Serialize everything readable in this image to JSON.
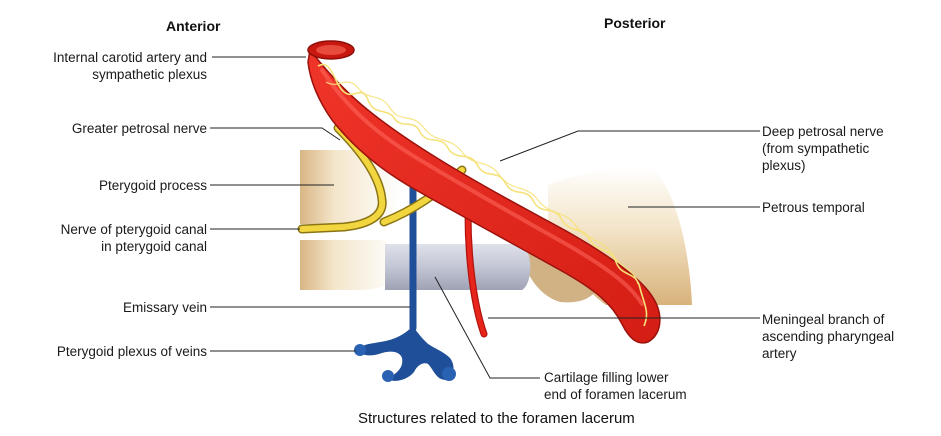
{
  "headings": {
    "anterior": "Anterior",
    "posterior": "Posterior"
  },
  "labels": {
    "ica_line1": "Internal carotid artery and",
    "ica_line2": "sympathetic plexus",
    "greater_petrosal": "Greater petrosal nerve",
    "pterygoid_process": "Pterygoid process",
    "nerve_canal_line1": "Nerve of pterygoid canal",
    "nerve_canal_line2": "in pterygoid canal",
    "emissary_vein": "Emissary vein",
    "pterygoid_plexus": "Pterygoid plexus of veins",
    "deep_petrosal_line1": "Deep petrosal nerve",
    "deep_petrosal_line2": "(from sympathetic",
    "deep_petrosal_line3": "plexus)",
    "petrous_temporal": "Petrous temporal",
    "meningeal_line1": "Meningeal branch of",
    "meningeal_line2": "ascending pharyngeal",
    "meningeal_line3": "artery",
    "cartilage_line1": "Cartilage filling lower",
    "cartilage_line2": "end of foramen lacerum"
  },
  "caption": "Structures related to the foramen lacerum",
  "colors": {
    "artery": "#e8251b",
    "artery_dark": "#b0140e",
    "nerve": "#f2d640",
    "vein": "#1f4f98",
    "bone": "#e6c99a",
    "cartilage": "#b8bccb"
  }
}
